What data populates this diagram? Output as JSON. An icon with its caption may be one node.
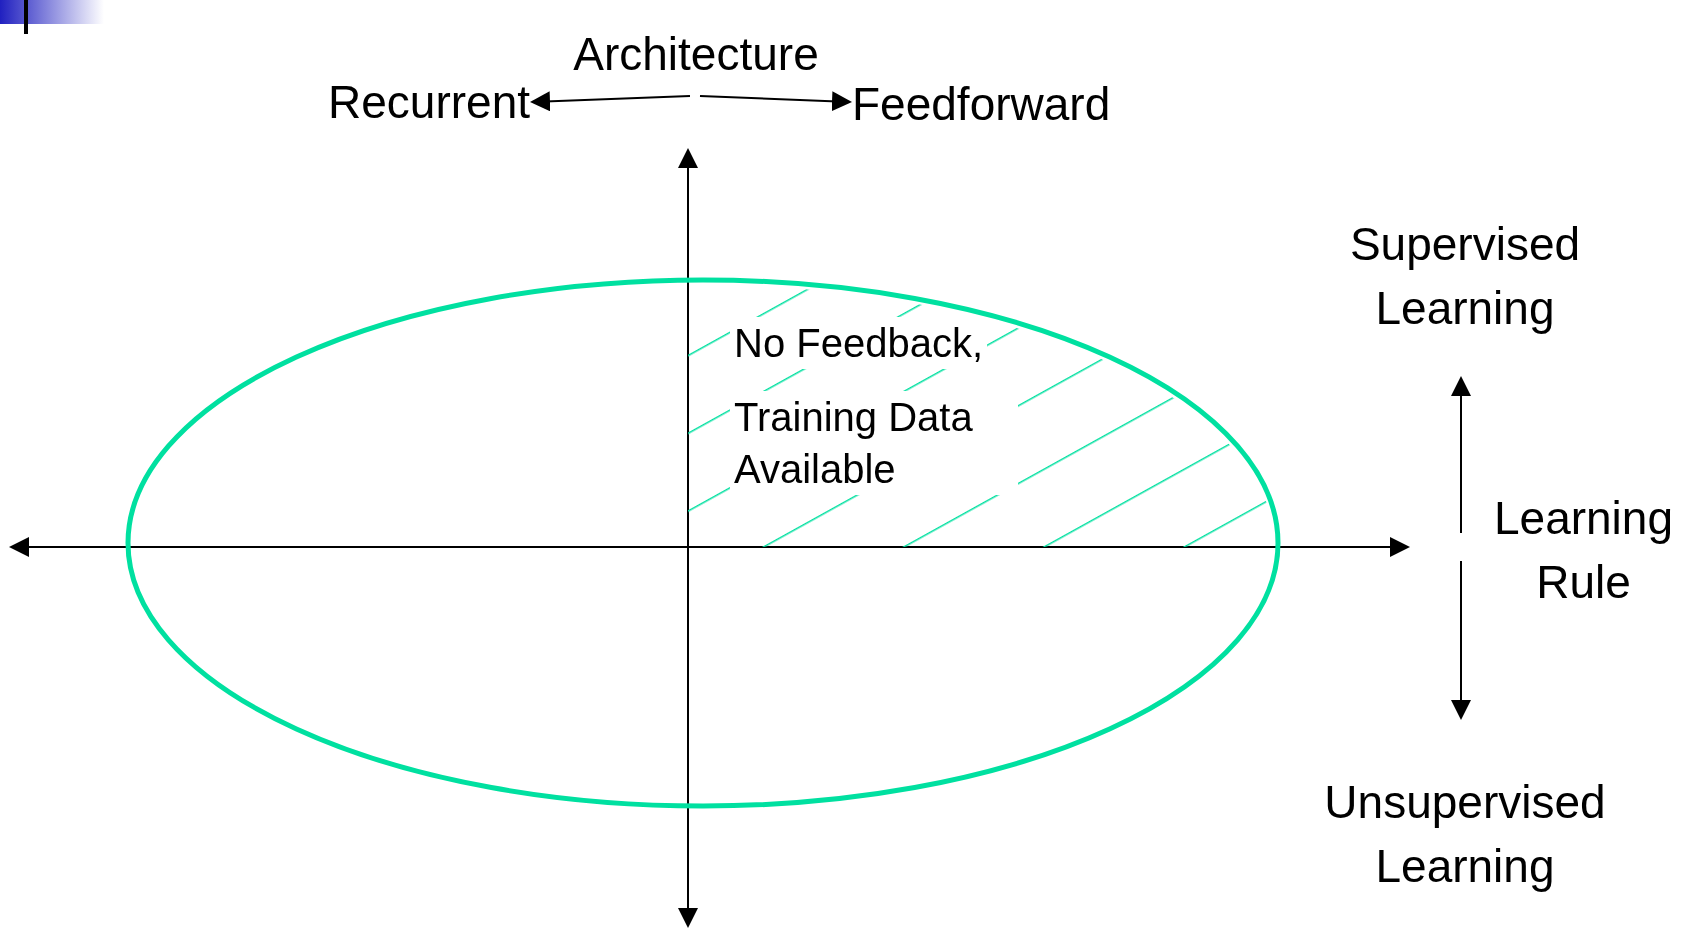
{
  "diagram": {
    "nodes": [
      {
        "text": [
          "Architecture"
        ]
      },
      {
        "text": [
          "Recurrent"
        ]
      },
      {
        "text": [
          "Feedforward"
        ]
      },
      {
        "text": [
          "Supervised Learning"
        ]
      },
      {
        "text": [
          "Learning Rule"
        ]
      },
      {
        "text": [
          "Unsupervised Learning"
        ]
      },
      {
        "text": [],
        "shape": "ellipse"
      },
      {
        "text": [
          "No Feedback,",
          "Training Data Available"
        ],
        "in": 6
      }
    ],
    "edges": [
      {
        "from": 0,
        "to": 1,
        "arrow": "to"
      },
      {
        "from": 0,
        "to": 2,
        "arrow": "to"
      },
      {
        "from": 4,
        "to": 3,
        "arrow": "to"
      },
      {
        "from": 4,
        "to": 5,
        "arrow": "to"
      }
    ]
  }
}
